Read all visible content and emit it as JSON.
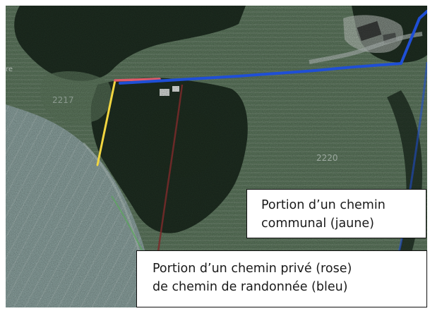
{
  "map": {
    "parcel_labels": [
      "2217",
      "2220"
    ],
    "edge_fragment": "re",
    "routes": [
      {
        "name": "chemin-communal",
        "color": "#f2d640"
      },
      {
        "name": "chemin-prive",
        "color": "#e05a6a"
      },
      {
        "name": "chemin-randonnee",
        "color": "#1f4fd6"
      }
    ],
    "colors": {
      "field": "#5f7a60",
      "forest": "#1f2f22",
      "farmland": "#8fa6a3",
      "road": "#b7c0bc"
    }
  },
  "callouts": {
    "communal": {
      "line1": "Portion d’un chemin",
      "line2": "communal (jaune)"
    },
    "prive": {
      "line1": "Portion d’un chemin privé (rose)",
      "line2": "de chemin de randonnée (bleu)"
    }
  }
}
